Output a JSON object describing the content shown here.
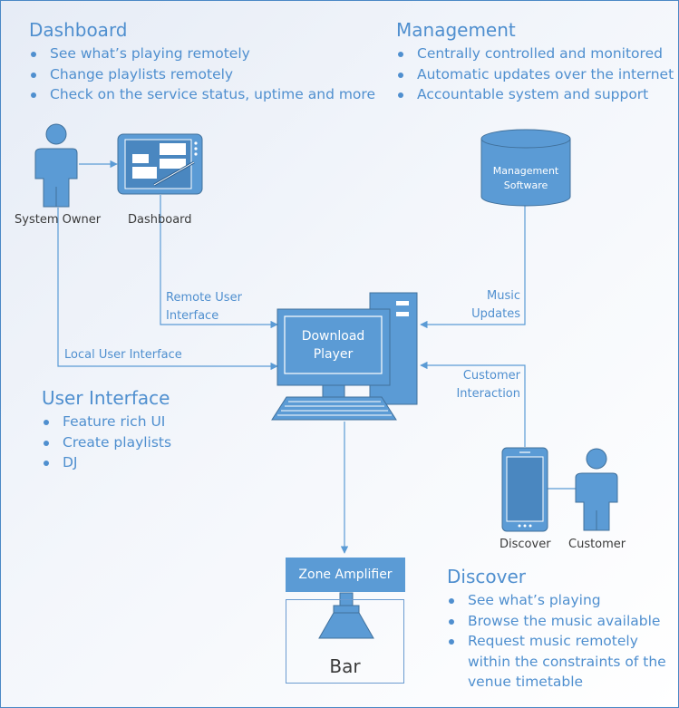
{
  "sections": {
    "dashboard": {
      "title": "Dashboard",
      "items": [
        "See what’s playing remotely",
        "Change playlists remotely",
        "Check on the service status, uptime and more"
      ]
    },
    "management": {
      "title": "Management",
      "items": [
        "Centrally controlled and monitored",
        "Automatic updates over the internet",
        "Accountable system and support"
      ]
    },
    "user_interface": {
      "title": "User Interface",
      "items": [
        "Feature rich UI",
        "Create playlists",
        "DJ"
      ]
    },
    "discover": {
      "title": "Discover",
      "items": [
        "See what’s playing",
        "Browse the music available",
        "Request music remotely"
      ],
      "item_continuation": [
        "within the constraints of the",
        "venue timetable"
      ]
    }
  },
  "nodes": {
    "system_owner": "System Owner",
    "dashboard": "Dashboard",
    "management_software": [
      "Management",
      "Software"
    ],
    "download_player": [
      "Download",
      "Player"
    ],
    "discover": "Discover",
    "customer": "Customer",
    "zone_amplifier": "Zone Amplifier",
    "bar": "Bar"
  },
  "connections": {
    "remote_ui": [
      "Remote User",
      "Interface"
    ],
    "local_ui": "Local User Interface",
    "music_updates": [
      "Music",
      "Updates"
    ],
    "customer_interaction": [
      "Customer",
      "Interaction"
    ]
  },
  "colors": {
    "shape_fill": "#5b9bd5",
    "shape_dark": "#41719c",
    "text_blue": "#4f8fcf",
    "line": "#5b9bd5"
  }
}
